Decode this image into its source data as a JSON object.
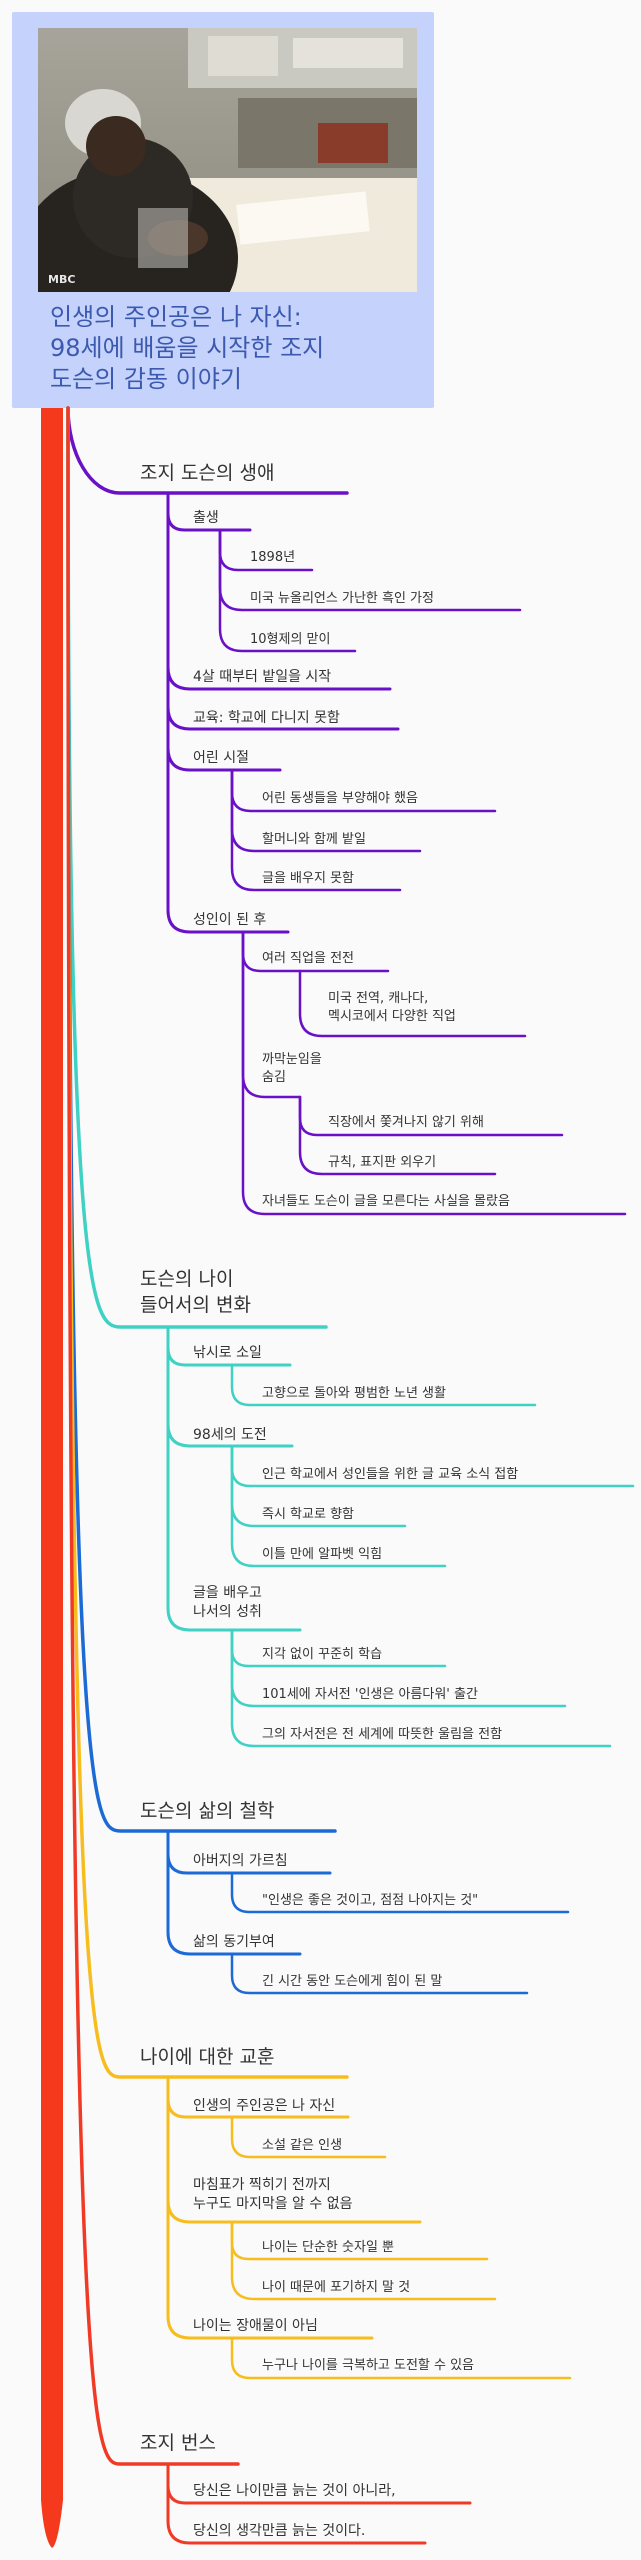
{
  "title": {
    "lines": [
      "인생의 주인공은 나 자신:",
      "98세에 배움을 시작한 조지",
      "도슨의 감동 이야기"
    ]
  },
  "thumbnail": {
    "logo_text": "MBC",
    "description_icon": "video-thumbnail-image"
  },
  "colors": {
    "root": "#f5391c",
    "life": "#6a11c7",
    "change": "#3fd1c4",
    "philosophy": "#1c6ad6",
    "lesson": "#f7bd1e",
    "quote": "#f03a26",
    "card": "#c5d2fb",
    "title_text": "#3c59b0"
  },
  "branches": [
    {
      "id": "life",
      "label": [
        "조지 도슨의 생애"
      ],
      "children": [
        {
          "label": [
            "출생"
          ],
          "children": [
            {
              "label": [
                "1898년"
              ]
            },
            {
              "label": [
                "미국 뉴올리언스 가난한 흑인 가정"
              ]
            },
            {
              "label": [
                "10형제의 맏이"
              ]
            }
          ]
        },
        {
          "label": [
            "4살 때부터 밭일을 시작"
          ]
        },
        {
          "label": [
            "교육: 학교에 다니지 못함"
          ]
        },
        {
          "label": [
            "어린 시절"
          ],
          "children": [
            {
              "label": [
                "어린 동생들을 부양해야 했음"
              ]
            },
            {
              "label": [
                "할머니와 함께 밭일"
              ]
            },
            {
              "label": [
                "글을 배우지 못함"
              ]
            }
          ]
        },
        {
          "label": [
            "성인이 된 후"
          ],
          "children": [
            {
              "label": [
                "여러 직업을 전전"
              ],
              "children": [
                {
                  "label": [
                    "미국 전역, 캐나다,",
                    "멕시코에서 다양한 직업"
                  ]
                }
              ]
            },
            {
              "label": [
                "까막눈임을",
                "숨김"
              ],
              "children": [
                {
                  "label": [
                    "직장에서 쫓겨나지 않기 위해"
                  ]
                },
                {
                  "label": [
                    "규칙, 표지판 외우기"
                  ]
                }
              ]
            },
            {
              "label": [
                "자녀들도 도슨이 글을 모른다는 사실을 몰랐음"
              ]
            }
          ]
        }
      ]
    },
    {
      "id": "change",
      "label": [
        "도슨의 나이",
        "들어서의 변화"
      ],
      "children": [
        {
          "label": [
            "낚시로 소일"
          ],
          "children": [
            {
              "label": [
                "고향으로 돌아와 평범한 노년 생활"
              ]
            }
          ]
        },
        {
          "label": [
            "98세의 도전"
          ],
          "children": [
            {
              "label": [
                "인근 학교에서 성인들을 위한 글 교육 소식 접함"
              ]
            },
            {
              "label": [
                "즉시 학교로 향함"
              ]
            },
            {
              "label": [
                "이틀 만에 알파벳 익힘"
              ]
            }
          ]
        },
        {
          "label": [
            "글을 배우고",
            "나서의 성취"
          ],
          "children": [
            {
              "label": [
                "지각 없이 꾸준히 학습"
              ]
            },
            {
              "label": [
                "101세에 자서전 '인생은 아름다워' 출간"
              ]
            },
            {
              "label": [
                "그의 자서전은 전 세계에 따뜻한 울림을 전함"
              ]
            }
          ]
        }
      ]
    },
    {
      "id": "philosophy",
      "label": [
        "도슨의 삶의 철학"
      ],
      "children": [
        {
          "label": [
            "아버지의 가르침"
          ],
          "children": [
            {
              "label": [
                "\"인생은 좋은 것이고, 점점 나아지는 것\""
              ]
            }
          ]
        },
        {
          "label": [
            "삶의 동기부여"
          ],
          "children": [
            {
              "label": [
                "긴 시간 동안 도슨에게 힘이 된 말"
              ]
            }
          ]
        }
      ]
    },
    {
      "id": "lesson",
      "label": [
        "나이에 대한 교훈"
      ],
      "children": [
        {
          "label": [
            "인생의 주인공은 나 자신"
          ],
          "children": [
            {
              "label": [
                "소설 같은 인생"
              ]
            }
          ]
        },
        {
          "label": [
            "마침표가 찍히기 전까지",
            "누구도 마지막을 알 수 없음"
          ],
          "children": [
            {
              "label": [
                "나이는 단순한 숫자일 뿐"
              ]
            },
            {
              "label": [
                "나이 때문에 포기하지 말 것"
              ]
            }
          ]
        },
        {
          "label": [
            "나이는 장애물이 아님"
          ],
          "children": [
            {
              "label": [
                "누구나 나이를 극복하고 도전할 수 있음"
              ]
            }
          ]
        }
      ]
    },
    {
      "id": "quote",
      "label": [
        "조지 번스"
      ],
      "children": [
        {
          "label": [
            "당신은 나이만큼 늙는 것이 아니라,"
          ]
        },
        {
          "label": [
            "당신의 생각만큼 늙는 것이다."
          ]
        }
      ]
    }
  ]
}
